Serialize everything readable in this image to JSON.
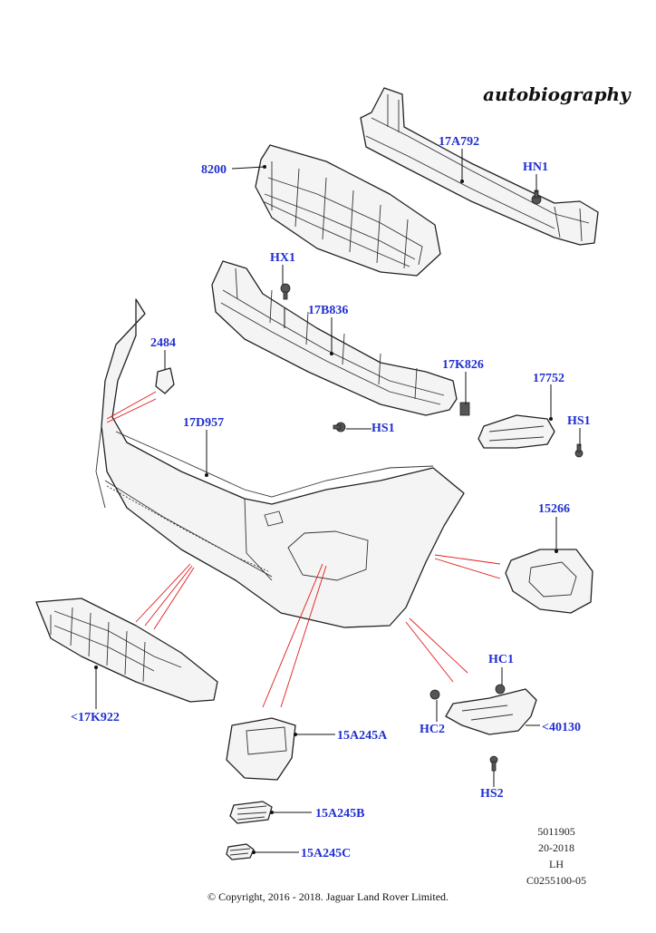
{
  "header": {
    "brand": "autobiography"
  },
  "labels": {
    "l17A792": "17A792",
    "lHN1": "HN1",
    "l8200": "8200",
    "lHX1": "HX1",
    "l17B836": "17B836",
    "l2484": "2484",
    "l17K826": "17K826",
    "l17752": "17752",
    "lHS1a": "HS1",
    "lHS1b": "HS1",
    "l17D957": "17D957",
    "l15266": "15266",
    "l17K922": "<17K922",
    "lHC1": "HC1",
    "lHC2": "HC2",
    "l40130": "<40130",
    "l15A245A": "15A245A",
    "lHS2": "HS2",
    "l15A245B": "15A245B",
    "l15A245C": "15A245C"
  },
  "meta": {
    "code": "5011905",
    "date": "20-2018",
    "side": "LH",
    "ref": "C0255100-05"
  },
  "footer": {
    "copyright": "© Copyright, 2016 - 2018. Jaguar Land Rover Limited."
  },
  "colors": {
    "label": "#1f2fd0",
    "line": "#111111",
    "callout": "#e21a1a"
  }
}
